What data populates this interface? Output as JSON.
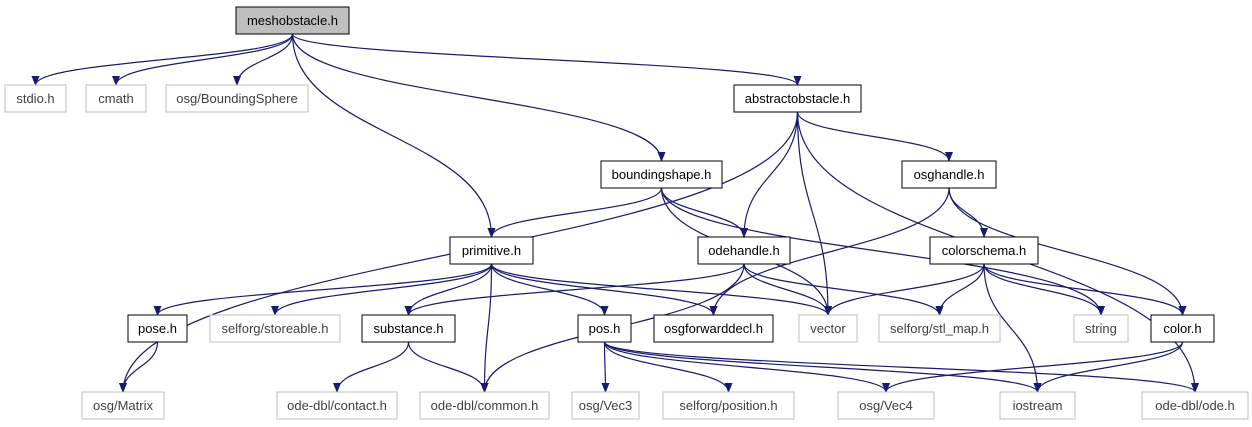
{
  "diagram": {
    "root": "meshobstacle.h",
    "nodes": [
      {
        "id": "meshobstacle",
        "label": "meshobstacle.h",
        "style": "root"
      },
      {
        "id": "stdio",
        "label": "stdio.h",
        "style": "external"
      },
      {
        "id": "cmath",
        "label": "cmath",
        "style": "external"
      },
      {
        "id": "boundingsphere",
        "label": "osg/BoundingSphere",
        "style": "external"
      },
      {
        "id": "abstractobstacle",
        "label": "abstractobstacle.h",
        "style": "documented"
      },
      {
        "id": "boundingshape",
        "label": "boundingshape.h",
        "style": "documented"
      },
      {
        "id": "osghandle",
        "label": "osghandle.h",
        "style": "documented"
      },
      {
        "id": "primitive",
        "label": "primitive.h",
        "style": "documented"
      },
      {
        "id": "odehandle",
        "label": "odehandle.h",
        "style": "documented"
      },
      {
        "id": "colorschema",
        "label": "colorschema.h",
        "style": "documented"
      },
      {
        "id": "pose",
        "label": "pose.h",
        "style": "documented"
      },
      {
        "id": "storeable",
        "label": "selforg/storeable.h",
        "style": "external"
      },
      {
        "id": "substance",
        "label": "substance.h",
        "style": "documented"
      },
      {
        "id": "pos",
        "label": "pos.h",
        "style": "documented"
      },
      {
        "id": "osgforwarddecl",
        "label": "osgforwarddecl.h",
        "style": "documented"
      },
      {
        "id": "vector",
        "label": "vector",
        "style": "external"
      },
      {
        "id": "stlmap",
        "label": "selforg/stl_map.h",
        "style": "external"
      },
      {
        "id": "string",
        "label": "string",
        "style": "external"
      },
      {
        "id": "color",
        "label": "color.h",
        "style": "documented"
      },
      {
        "id": "matrix",
        "label": "osg/Matrix",
        "style": "external"
      },
      {
        "id": "contact",
        "label": "ode-dbl/contact.h",
        "style": "external"
      },
      {
        "id": "common",
        "label": "ode-dbl/common.h",
        "style": "external"
      },
      {
        "id": "vec3",
        "label": "osg/Vec3",
        "style": "external"
      },
      {
        "id": "position",
        "label": "selforg/position.h",
        "style": "external"
      },
      {
        "id": "vec4",
        "label": "osg/Vec4",
        "style": "external"
      },
      {
        "id": "iostream",
        "label": "iostream",
        "style": "external"
      },
      {
        "id": "ode",
        "label": "ode-dbl/ode.h",
        "style": "external"
      }
    ],
    "edges": [
      [
        "meshobstacle",
        "stdio"
      ],
      [
        "meshobstacle",
        "cmath"
      ],
      [
        "meshobstacle",
        "boundingsphere"
      ],
      [
        "meshobstacle",
        "abstractobstacle"
      ],
      [
        "meshobstacle",
        "boundingshape"
      ],
      [
        "meshobstacle",
        "primitive"
      ],
      [
        "abstractobstacle",
        "matrix"
      ],
      [
        "abstractobstacle",
        "odehandle"
      ],
      [
        "abstractobstacle",
        "vector"
      ],
      [
        "abstractobstacle",
        "osghandle"
      ],
      [
        "abstractobstacle",
        "ode"
      ],
      [
        "boundingshape",
        "primitive"
      ],
      [
        "boundingshape",
        "odehandle"
      ],
      [
        "boundingshape",
        "vector"
      ],
      [
        "boundingshape",
        "string"
      ],
      [
        "osghandle",
        "colorschema"
      ],
      [
        "osghandle",
        "osgforwarddecl"
      ],
      [
        "osghandle",
        "color"
      ],
      [
        "primitive",
        "pose"
      ],
      [
        "primitive",
        "storeable"
      ],
      [
        "primitive",
        "substance"
      ],
      [
        "primitive",
        "common"
      ],
      [
        "primitive",
        "pos"
      ],
      [
        "primitive",
        "osgforwarddecl"
      ],
      [
        "primitive",
        "vector"
      ],
      [
        "odehandle",
        "substance"
      ],
      [
        "odehandle",
        "common"
      ],
      [
        "odehandle",
        "vector"
      ],
      [
        "odehandle",
        "stlmap"
      ],
      [
        "colorschema",
        "vector"
      ],
      [
        "colorschema",
        "stlmap"
      ],
      [
        "colorschema",
        "string"
      ],
      [
        "colorschema",
        "color"
      ],
      [
        "colorschema",
        "iostream"
      ],
      [
        "pose",
        "matrix"
      ],
      [
        "substance",
        "contact"
      ],
      [
        "substance",
        "common"
      ],
      [
        "pos",
        "vec3"
      ],
      [
        "pos",
        "position"
      ],
      [
        "pos",
        "vec4"
      ],
      [
        "pos",
        "iostream"
      ],
      [
        "pos",
        "ode"
      ],
      [
        "color",
        "vec4"
      ],
      [
        "color",
        "iostream"
      ]
    ]
  },
  "colors": {
    "edge": "#191970",
    "documented_border": "#000000",
    "external_border": "#bfbfbf",
    "external_text": "#3f3f3f",
    "root_fill": "#bfbfbf",
    "text": "#000000"
  }
}
